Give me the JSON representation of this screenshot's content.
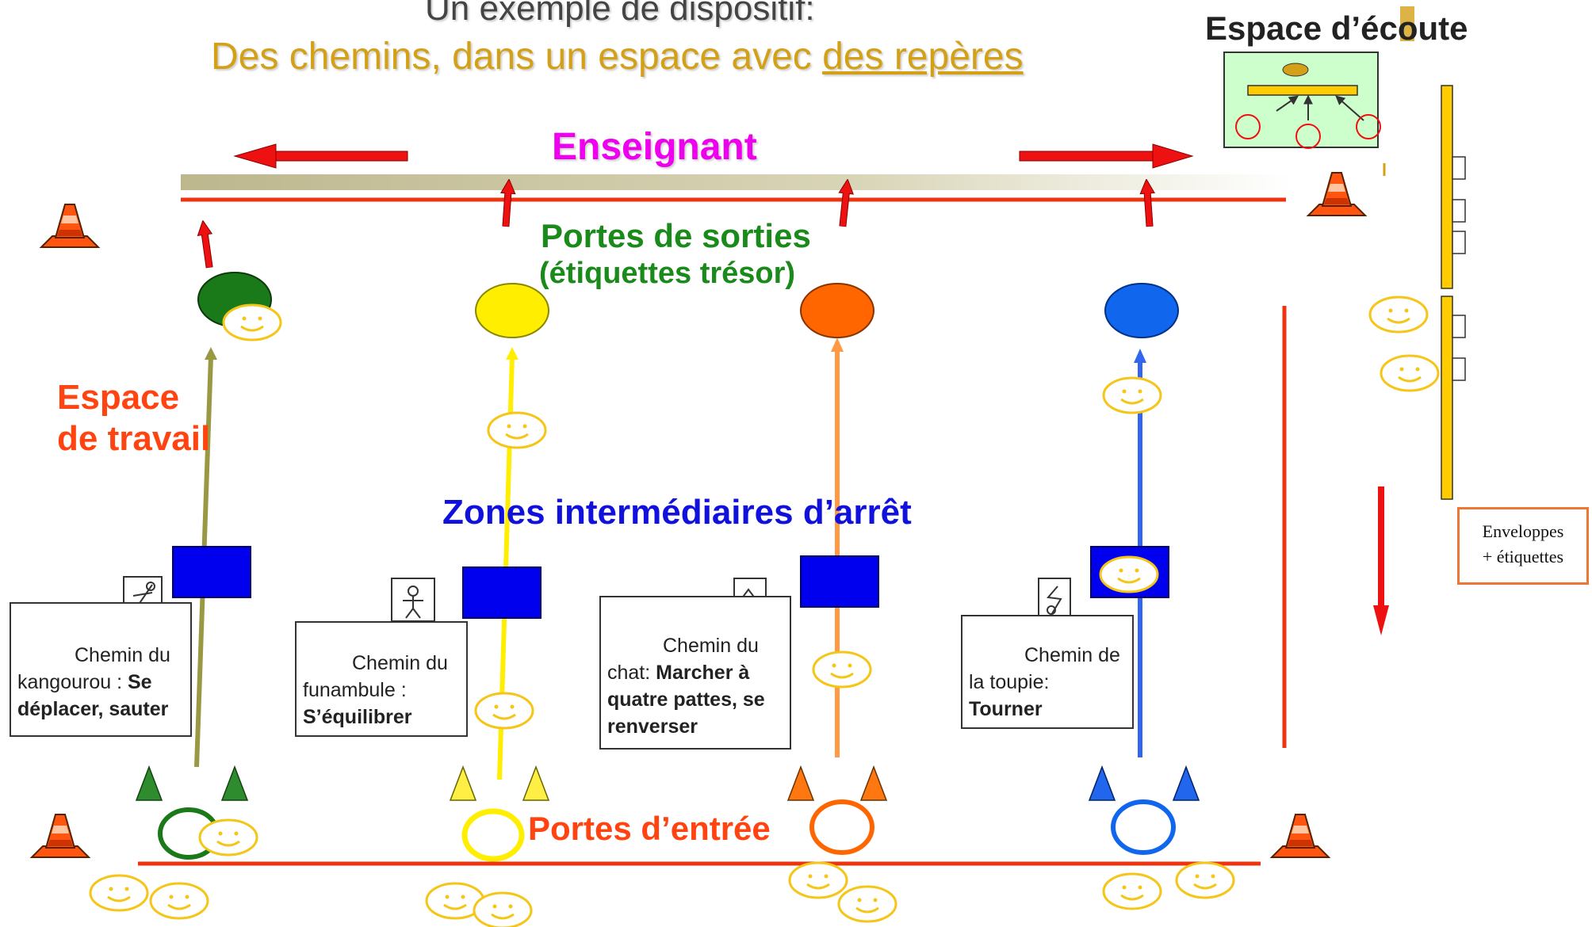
{
  "title": {
    "line1": "Un exemple de dispositif:",
    "line2_plain": "Des chemins, dans un espace avec ",
    "line2_underlined": "des repères"
  },
  "labels": {
    "enseignant": "Enseignant",
    "portes_sorties": "Portes de sorties",
    "etiquettes_tresor": "(étiquettes trésor)",
    "espace_travail_1": "Espace",
    "espace_travail_2": "de travail",
    "zones": "Zones intermédiaires d’arrêt",
    "portes_entree": "Portes d’entrée",
    "espace_ecoute": "Espace d’écoute",
    "enveloppes_1": "Enveloppes",
    "enveloppes_2": "+ étiquettes"
  },
  "paths": [
    {
      "name": "kangourou",
      "color": "#1a7a1a",
      "line_color": "#999944",
      "text_1": "Chemin du",
      "text_2": "kangourou : ",
      "text_bold": "Se déplacer, sauter"
    },
    {
      "name": "funambule",
      "color": "#ffee00",
      "line_color": "#ffee00",
      "text_1": "Chemin du",
      "text_2": "funambule :",
      "text_bold": "S’équilibrer"
    },
    {
      "name": "chat",
      "color": "#ff6600",
      "line_color": "#ff9944",
      "text_1": "Chemin du",
      "text_2": "chat: ",
      "text_bold": "Marcher à quatre pattes, se renverser"
    },
    {
      "name": "toupie",
      "color": "#1166ee",
      "line_color": "#3366ee",
      "text_1": "Chemin de",
      "text_2": "la toupie:",
      "text_bold": "Tourner"
    }
  ],
  "colors": {
    "red_line": "#ee3311",
    "arrow_red": "#ee1111",
    "smiley": "#f5c518",
    "zone_blue": "#0000ee",
    "cone_orange": "#ff5511"
  }
}
